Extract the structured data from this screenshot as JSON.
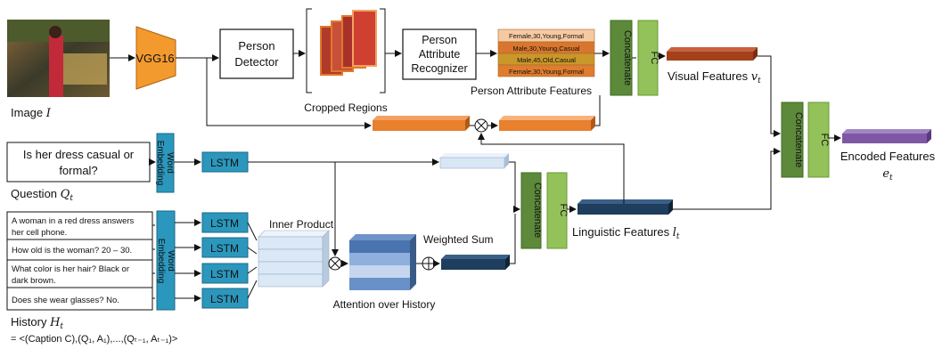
{
  "labels": {
    "vgg": "VGG16",
    "person_detector_line1": "Person",
    "person_detector_line2": "Detector",
    "attr_recognizer_line1": "Person",
    "attr_recognizer_line2": "Attribute",
    "attr_recognizer_line3": "Recognizer",
    "cropped_regions": "Cropped Regions",
    "person_attribute_features": "Person Attribute Features",
    "image_label": "Image ",
    "image_symbol": "I",
    "concatenate": "Concatenate",
    "fc": "FC",
    "visual_features": "Visual Features ",
    "visual_symbol": "v",
    "visual_sub": "t",
    "encoded_features": "Encoded Features",
    "encoded_symbol": "e",
    "encoded_sub": "t",
    "word_embedding_line1": "Word",
    "word_embedding_line2": "Embedding",
    "lstm": "LSTM",
    "question_label": "Question ",
    "question_symbol": "Q",
    "question_sub": "t",
    "inner_product": "Inner Product",
    "weighted_sum": "Weighted Sum",
    "attention_over_history": "Attention over History",
    "linguistic_features": "Linguistic Features ",
    "linguistic_symbol": "l",
    "linguistic_sub": "t",
    "history_label": "History ",
    "history_symbol": "H",
    "history_sub": "t",
    "history_formula": "= <(Caption C),(Q₁, A₁),...,(Qₜ₋₁, Aₜ₋₁)>"
  },
  "question_text": [
    "Is her dress casual or",
    "formal?"
  ],
  "attributes": [
    "Female,30,Young,Formal",
    "Male,30,Young,Casual",
    "Male,45,Old,Casual",
    "Female,30,Young,Formal"
  ],
  "history_items": [
    [
      "A woman in a red dress answers",
      "her cell phone."
    ],
    [
      "How old is the woman? 20 – 30."
    ],
    [
      "What color is her hair? Black or",
      "dark brown."
    ],
    [
      "Does she wear glasses? No."
    ]
  ],
  "colors": {
    "vgg_orange": "#f39a2e",
    "lstm_blue": "#2c97bd",
    "concat_green": "#5d8a3a",
    "fc_green": "#93c25a",
    "visual_bar": "#a4401a",
    "linguistic_bar": "#1f3d5c",
    "encoded_bar": "#7e58a6",
    "orange_bar": "#e8802d"
  }
}
